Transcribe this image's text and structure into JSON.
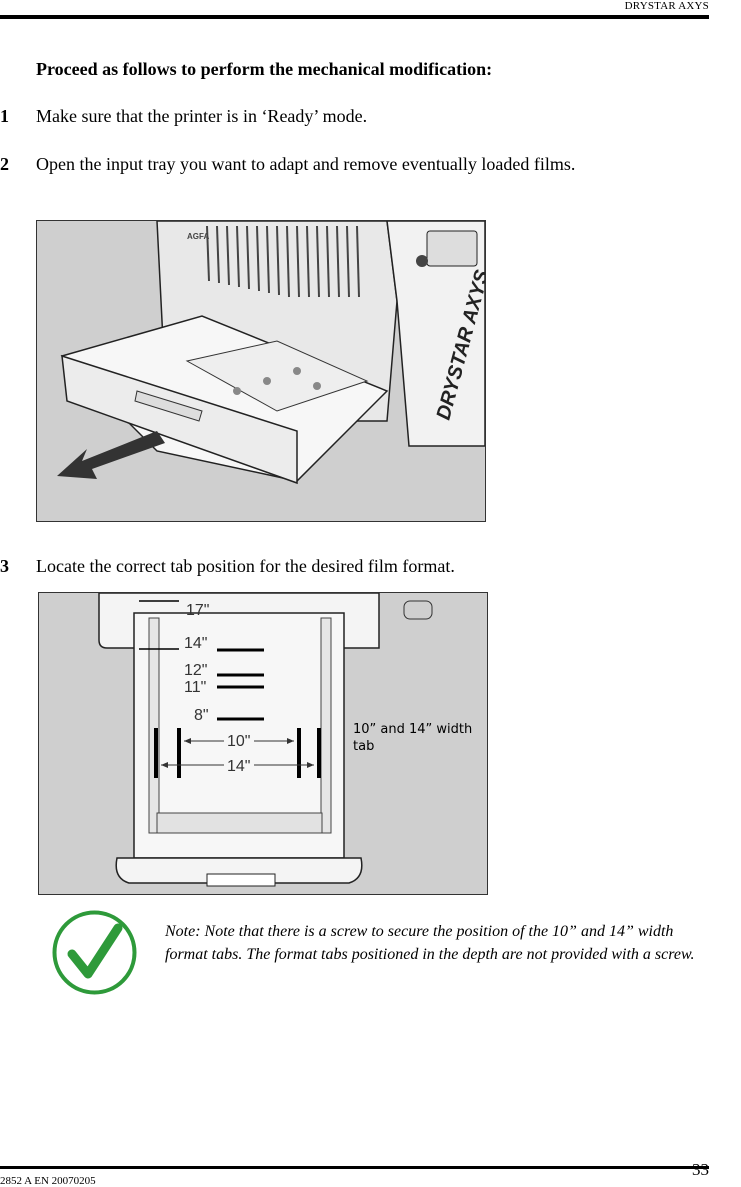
{
  "header": {
    "title": "DRYSTAR AXYS"
  },
  "intro": "Proceed as follows to perform the mechanical modification:",
  "steps": [
    {
      "num": "1",
      "text": "Make sure that the printer is in ‘Ready’ mode."
    },
    {
      "num": "2",
      "text": "Open the input tray you want to adapt and remove eventually loaded films."
    },
    {
      "num": "3",
      "text": "Locate the correct tab position for the desired film format."
    }
  ],
  "figure1": {
    "brand_text": "DRYSTAR AXYS",
    "logo_text": "AGFA"
  },
  "figure2": {
    "labels": {
      "l17": "17\"",
      "l14": "14\"",
      "l12": "12\"",
      "l11": "11\"",
      "l8": "8\"",
      "w10": "10\"",
      "w14": "14\""
    },
    "callout": "10” and 14” width tab"
  },
  "note": "Note: Note that there is a screw to secure the position of the 10” and 14” width format tabs. The format tabs positioned in the depth are not provided with a screw.",
  "footer": {
    "page_number": "33",
    "doc_code": "2852 A EN 20070205"
  },
  "colors": {
    "check": "#2e9a3a",
    "figure_bg": "#cfcfcf"
  }
}
